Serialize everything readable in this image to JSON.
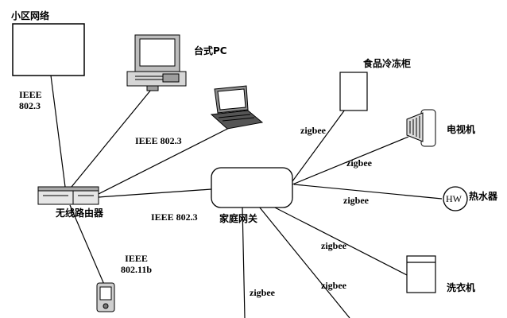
{
  "nodes": {
    "community_network": "小区网络",
    "desktop_pc": "台式PC",
    "wireless_router": "无线路由器",
    "home_gateway": "家庭网关",
    "food_freezer": "食品冷冻柜",
    "tv": "电视机",
    "water_heater": "热水器",
    "water_heater_badge": "HW",
    "washing_machine": "洗衣机"
  },
  "links": {
    "community_router_line1": "IEEE",
    "community_router_line2": "802.3",
    "laptop_router": "IEEE 802.3",
    "router_gateway": "IEEE 802.3",
    "pda_line1": "IEEE",
    "pda_line2": "802.11b",
    "freezer": "zigbee",
    "tv": "zigbee",
    "heater": "zigbee",
    "washer": "zigbee",
    "bottom_mid": "zigbee",
    "bottom_left": "zigbee"
  }
}
